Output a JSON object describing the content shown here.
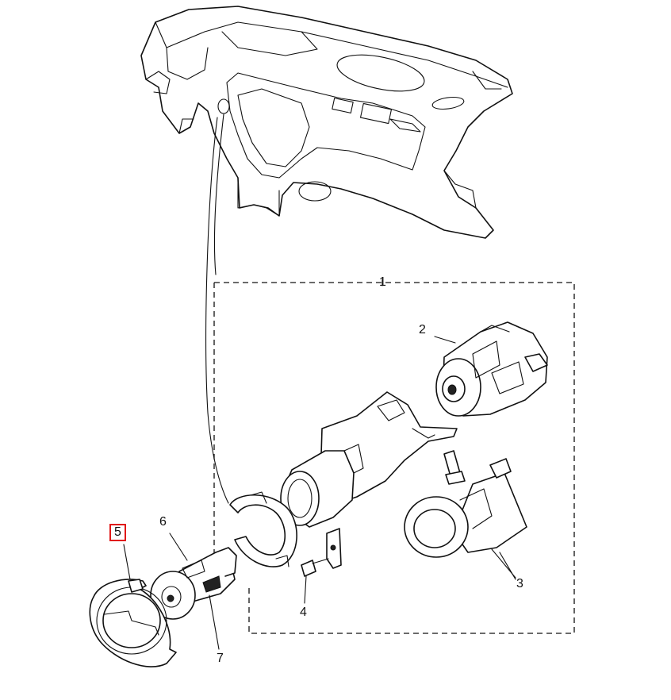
{
  "callouts": {
    "c1": "1",
    "c2": "2",
    "c3": "3",
    "c4": "4",
    "c5": "5",
    "c6": "6",
    "c7": "7"
  },
  "highlighted_callout": "5",
  "colors": {
    "line": "#111111",
    "highlight": "#e01818",
    "background": "#ffffff"
  }
}
